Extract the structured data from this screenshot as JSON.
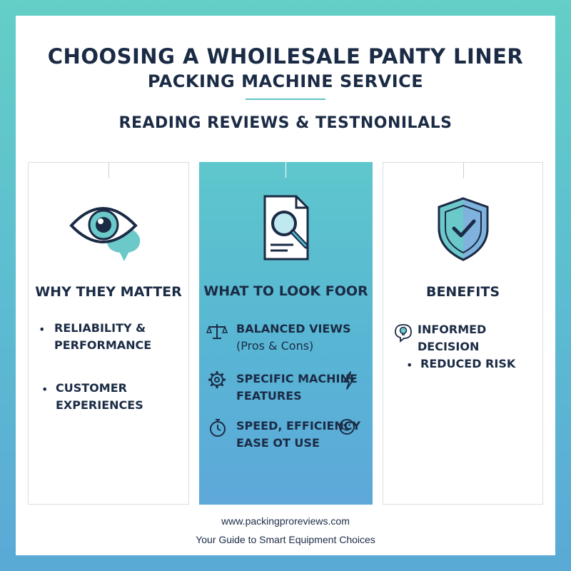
{
  "header": {
    "title_line1": "CHOOSING A WHOlLESALE PANTY LINER",
    "title_line2": "PACKING MACHINE SERVICE",
    "subtitle": "READING REVIEWS & TESTNONILALS"
  },
  "columns": {
    "left": {
      "icon": "eye-speech-icon",
      "heading": "WHY THEY MATTER",
      "items": [
        {
          "line1": "RELIABILITY &",
          "line2": "PERFORMANCE"
        },
        {
          "line1": "CUSTOMER EXPERIENCES"
        }
      ]
    },
    "middle": {
      "icon": "document-magnifier-icon",
      "heading": "WHAT TO LOOK FOOR",
      "items": [
        {
          "icon": "scales-icon",
          "line1": "BALANCED VIEWS",
          "line2": "(Pros & Cons)"
        },
        {
          "icon": "gear-icon",
          "trailing_icon": "lightning-icon",
          "line1": "SPECIFIC MACHINE",
          "line2": "FEATURES"
        },
        {
          "icon": "stopwatch-icon",
          "trailing_icon": "smiley-icon",
          "line1": "SPEED, EFFICIENCY",
          "line2": "EASE OT USE"
        }
      ]
    },
    "right": {
      "icon": "shield-check-icon",
      "heading": "BENEFITS",
      "items": [
        {
          "icon": "lightbulb-bubble-icon",
          "line1": "INFORMED DECISION"
        },
        {
          "line1": "REDUCED RISK"
        }
      ]
    }
  },
  "footer": {
    "url": "www.packingproreviews.com",
    "tagline": "Your Guide to Smart Equipment Choices"
  },
  "colors": {
    "navy": "#1b2b45",
    "teal": "#5ec4c6",
    "blue": "#5aa9d6"
  }
}
